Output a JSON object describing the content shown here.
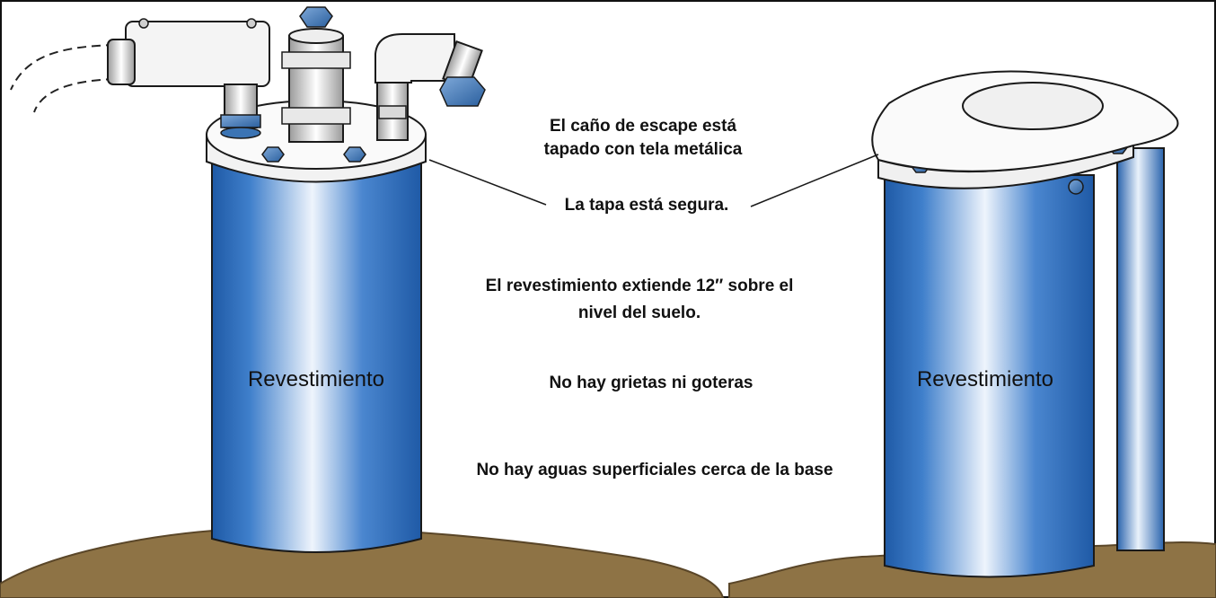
{
  "colors": {
    "casing_dark": "#1f5aa6",
    "casing_mid": "#3f7fcb",
    "casing_light": "#e9f1fb",
    "soil": "#8e7345",
    "soil_dark": "#6d5532",
    "fitting_blue": "#3b74b4",
    "outline": "#1a1a1a",
    "cap_white": "#f7f7f7"
  },
  "labels": {
    "vent_screen_line1": "El caño de escape está",
    "vent_screen_line2": "tapado con tela metálica",
    "cap_secure": "La tapa está segura.",
    "casing_height_line1": "El revestimiento extiende 12″ sobre el",
    "casing_height_line2": "nivel del suelo.",
    "no_cracks": "No hay grietas ni goteras",
    "no_surface_water": "No hay aguas superficiales cerca de la base",
    "casing_left": "Revestimiento",
    "casing_right": "Revestimiento"
  }
}
